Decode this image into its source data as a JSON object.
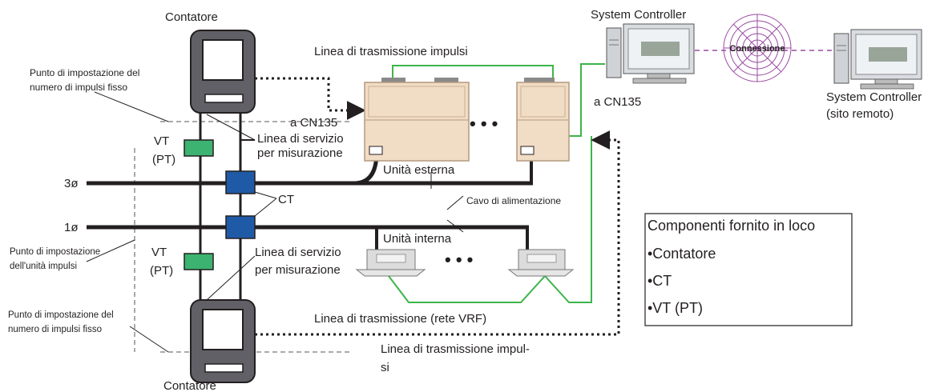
{
  "labels": {
    "meter_top": "Contatore",
    "meter_bottom": "Contatore",
    "sys_controller": "System Controller",
    "sys_controller_remote_1": "System Controller",
    "sys_controller_remote_2": "(sito remoto)",
    "connection": "Connessione",
    "pulse_line_top": "Linea di trasmissione impulsi",
    "pulse_line_bottom_1": "Linea di trasmissione impul-",
    "pulse_line_bottom_2": "si",
    "cn135_left": "a CN135",
    "cn135_right": "a CN135",
    "fixed_pulse_top_1": "Punto di impostazione del",
    "fixed_pulse_top_2": "numero di impulsi fisso",
    "fixed_pulse_bottom_1": "Punto di impostazione del",
    "fixed_pulse_bottom_2": "numero di impulsi fisso",
    "pulse_unit_1": "Punto di impostazione",
    "pulse_unit_2": "dell'unità impulsi",
    "vt_top_1": "VT",
    "vt_top_2": "(PT)",
    "vt_bottom_1": "VT",
    "vt_bottom_2": "(PT)",
    "service_top_1": "Linea di servizio",
    "service_top_2": "per misurazione",
    "service_bottom_1": "Linea di servizio",
    "service_bottom_2": "per misurazione",
    "three_phase": "3ø",
    "one_phase": "1ø",
    "ct": "CT",
    "outdoor_unit": "Unità esterna",
    "power_cable": "Cavo di alimentazione",
    "indoor_unit": "Unità interna",
    "transmission_line": "Linea di trasmissione (rete VRF)",
    "dots_outdoor": "• • •",
    "dots_indoor": "• • •"
  },
  "legend": {
    "title": "Componenti fornito in loco",
    "items": [
      "•Contatore",
      "•CT",
      "•VT (PT)"
    ]
  },
  "colors": {
    "ink": "#231f20",
    "meter_body": "#616066",
    "green_line": "#3cb54a",
    "vt_box": "#3cb371",
    "ct_box": "#1f5aa6",
    "network_purple": "#9b4aa3",
    "outdoor_unit": "#f1dcc5"
  }
}
